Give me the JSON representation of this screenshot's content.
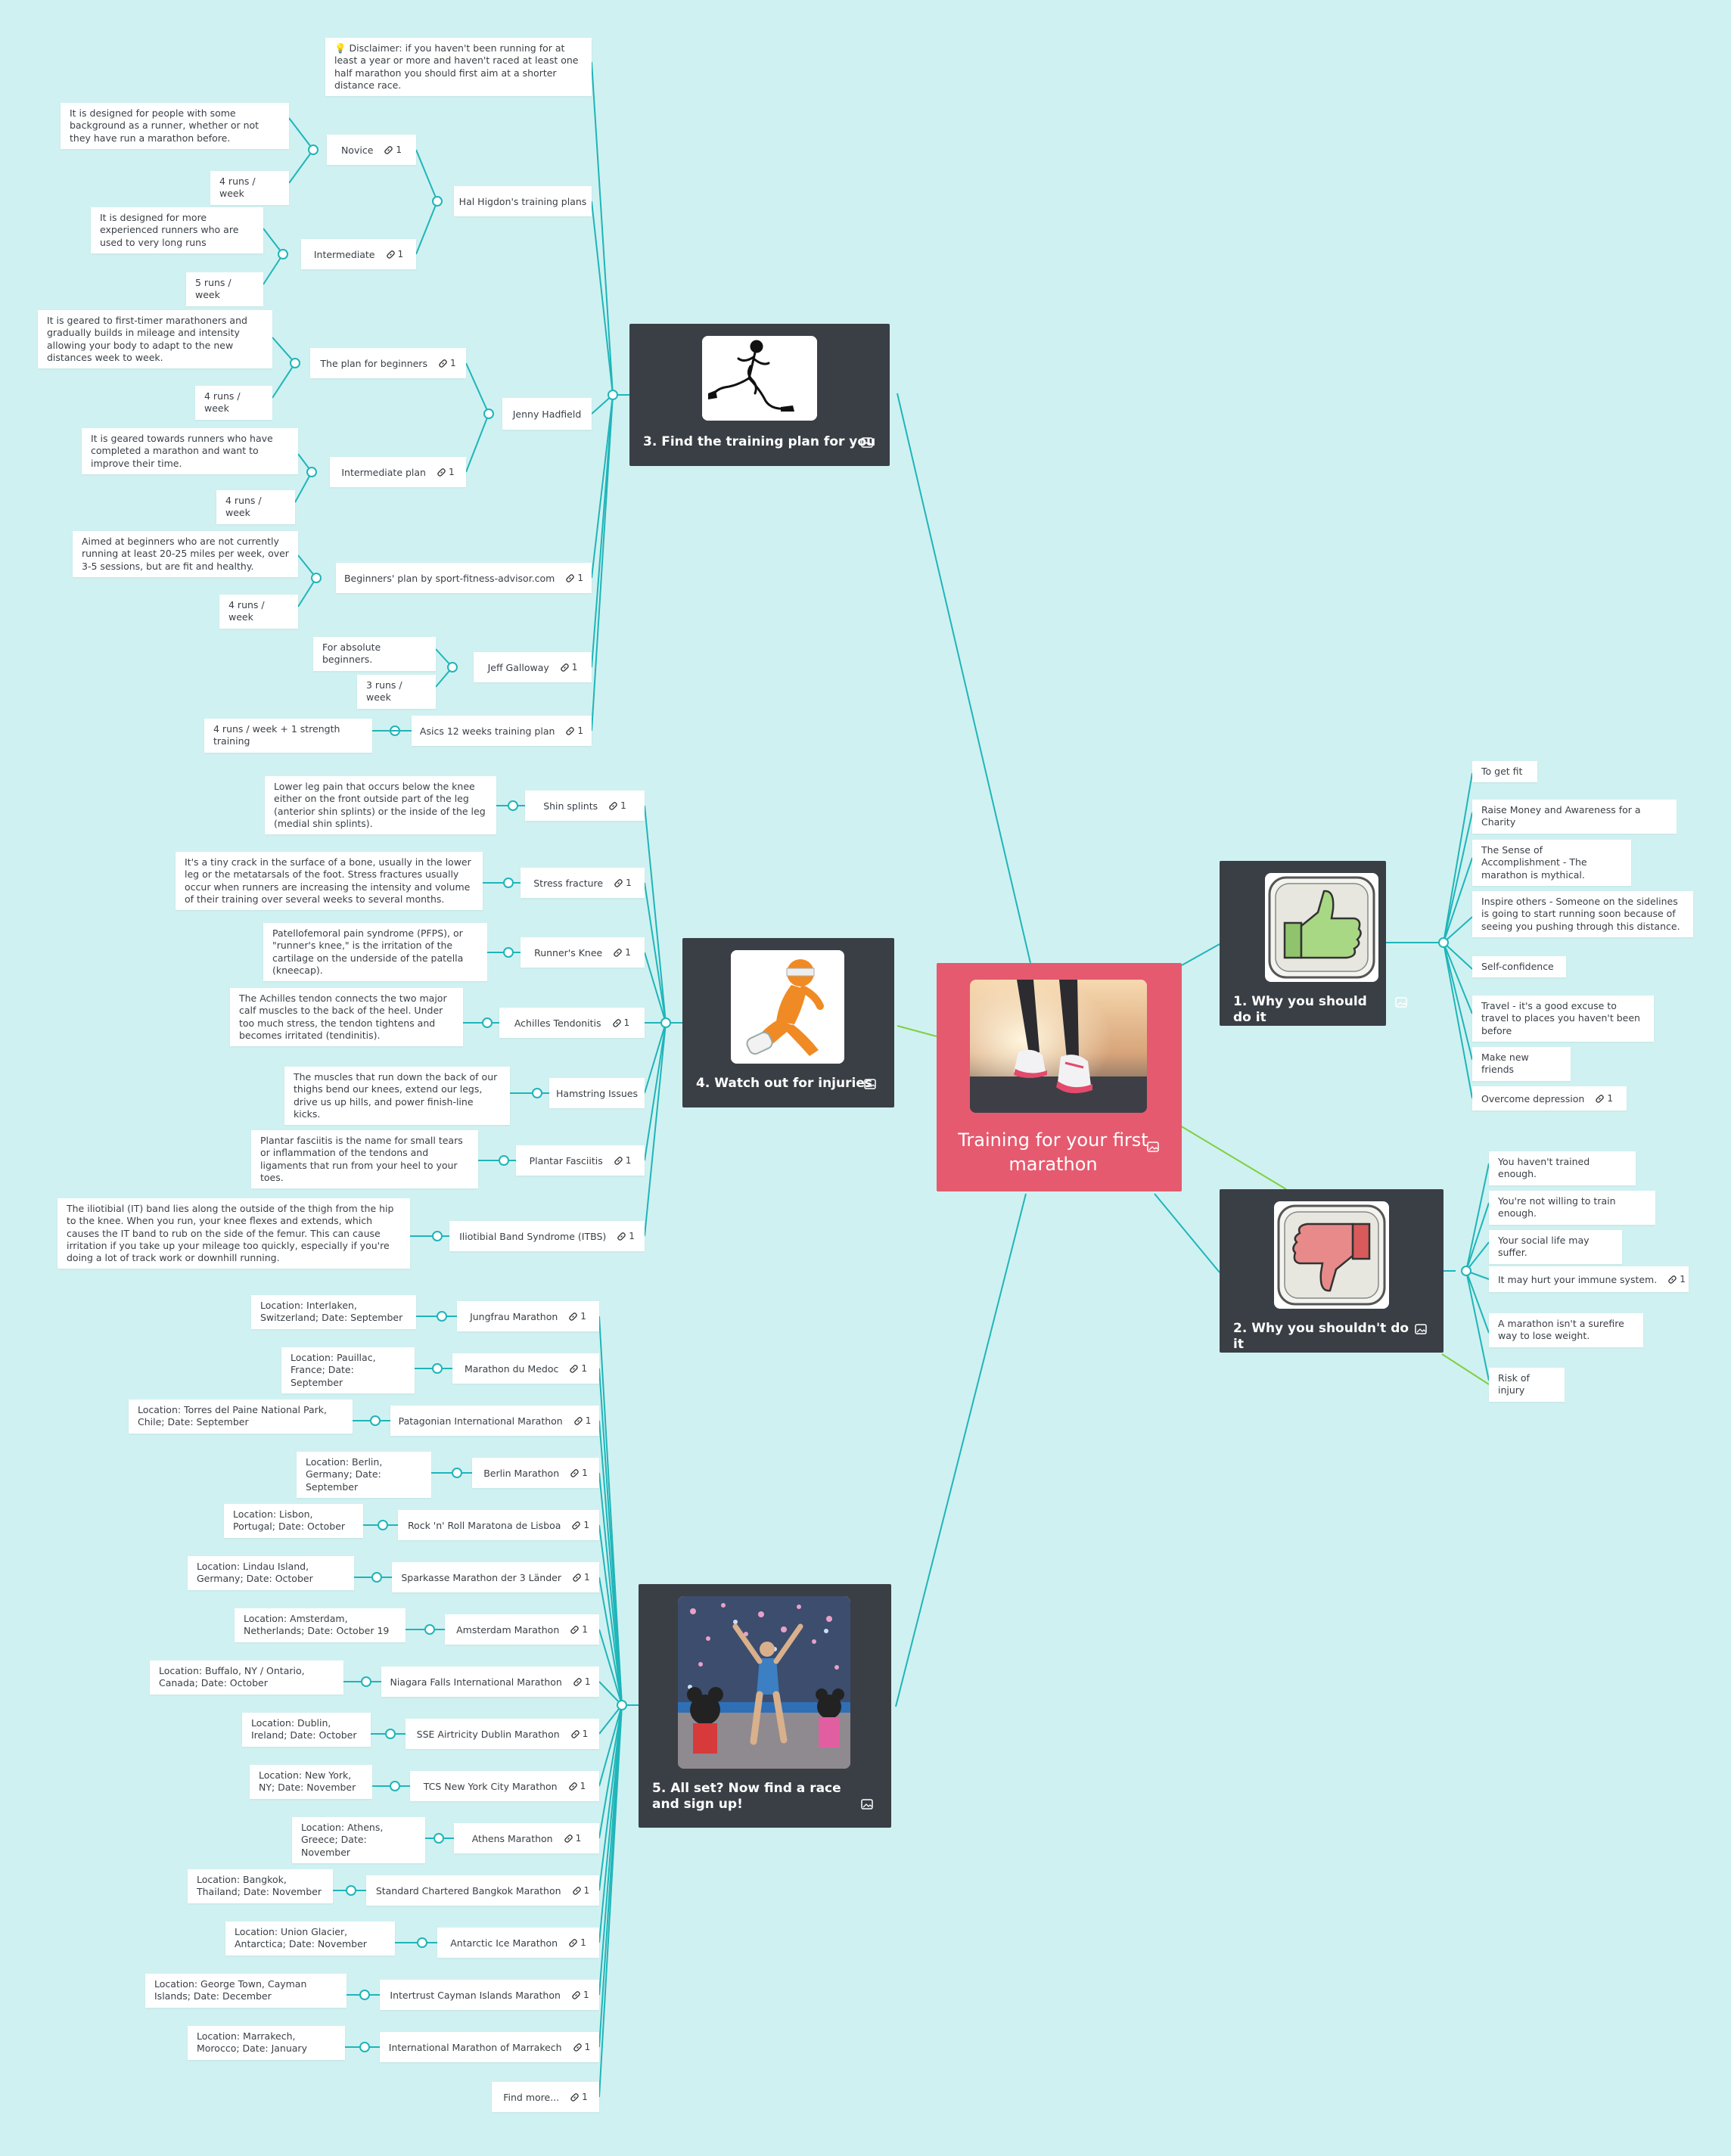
{
  "root": {
    "title": "Training for your first marathon"
  },
  "branch1": {
    "title": "1. Why you should do it",
    "icon": "thumbs-up-icon",
    "items": [
      {
        "text": "To get fit"
      },
      {
        "text": "Raise Money and Awareness for a Charity"
      },
      {
        "text": "The Sense of Accomplishment - The marathon is mythical."
      },
      {
        "text": "Inspire others - Someone on the sidelines is going to start running soon because of seeing you pushing through this distance."
      },
      {
        "text": "Self-confidence"
      },
      {
        "text": "Travel - it's a good excuse to travel to places you haven't been before"
      },
      {
        "text": "Make new friends"
      },
      {
        "text": "Overcome depression",
        "links": "1"
      }
    ]
  },
  "branch2": {
    "title": "2. Why you shouldn't do it",
    "icon": "thumbs-down-icon",
    "items": [
      {
        "text": "You haven't trained enough."
      },
      {
        "text": "You're not willing to train enough."
      },
      {
        "text": "Your social life may suffer."
      },
      {
        "text": "It may hurt your immune system.",
        "links": "1"
      },
      {
        "text": "A marathon isn't a surefire way to lose weight."
      },
      {
        "text": "Risk of injury"
      }
    ]
  },
  "branch3": {
    "title": "3. Find the training plan for you",
    "icon": "runner-icon",
    "disclaimer": "💡 Disclaimer: if you haven't been running for at least a year or more and haven't raced at least one half marathon you should first aim at a shorter distance race.",
    "hal": {
      "label": "Hal Higdon's training plans"
    },
    "novice": {
      "label": "Novice",
      "links": "1",
      "desc": "It is designed for people with some background as a runner, whether or not they have run a marathon before.",
      "runs": "4 runs / week"
    },
    "intermediate": {
      "label": "Intermediate",
      "links": "1",
      "desc": "It is designed for more experienced runners who are used to very long runs",
      "runs": "5 runs / week"
    },
    "jenny": {
      "label": "Jenny Hadfield"
    },
    "beginners_plan": {
      "label": "The plan for beginners",
      "links": "1",
      "desc": "It is geared to first-timer marathoners and gradually builds in mileage and intensity allowing your body to adapt to the new distances week to week.",
      "runs": "4 runs / week"
    },
    "intermediate_plan": {
      "label": "Intermediate plan",
      "links": "1",
      "desc": "It is geared towards runners who have completed a marathon and want to improve their time.",
      "runs": "4 runs / week"
    },
    "sfa": {
      "label": "Beginners' plan by sport-fitness-advisor.com",
      "links": "1",
      "desc": "Aimed at beginners who are not currently running at least 20-25 miles per week, over 3-5 sessions, but are fit and healthy.",
      "runs": "4 runs / week"
    },
    "galloway": {
      "label": "Jeff Galloway",
      "links": "1",
      "desc": "For absolute beginners.",
      "runs": "3 runs / week"
    },
    "asics": {
      "label": "Asics 12 weeks training plan",
      "links": "1",
      "runs": "4 runs / week + 1 strength training"
    }
  },
  "branch4": {
    "title": "4. Watch out for injuries",
    "icon": "injured-runner-icon",
    "items": [
      {
        "label": "Shin splints",
        "links": "1",
        "desc": "Lower leg pain that occurs below the knee either on the front outside part of the leg (anterior shin splints) or the inside of the leg (medial shin splints)."
      },
      {
        "label": "Stress fracture",
        "links": "1",
        "desc": "It's a tiny crack in the surface of a bone, usually in the lower leg or the metatarsals of the foot. Stress fractures usually occur when runners are increasing the intensity and volume of their training over several weeks to several months."
      },
      {
        "label": "Runner's Knee",
        "links": "1",
        "desc": "Patellofemoral pain syndrome (PFPS), or \"runner's knee,\" is the irritation of the cartilage on the underside of the patella (kneecap)."
      },
      {
        "label": "Achilles Tendonitis",
        "links": "1",
        "desc": "The Achilles tendon connects the two major calf muscles to the back of the heel. Under too much stress, the tendon tightens and becomes irritated (tendinitis)."
      },
      {
        "label": "Hamstring Issues",
        "desc": "The muscles that run down the back of our thighs bend our knees, extend our legs, drive us up hills, and power finish-line kicks."
      },
      {
        "label": "Plantar Fasciitis",
        "links": "1",
        "desc": "Plantar fasciitis is the name for small tears or inflammation of the tendons and ligaments that run from your heel to your toes."
      },
      {
        "label": "Iliotibial Band Syndrome (ITBS)",
        "links": "1",
        "desc": "The iliotibial (IT) band lies along the outside of the thigh from the hip to the knee. When you run, your knee flexes and extends, which causes the IT band to rub on the side of the femur. This can cause irritation if you take up your mileage too quickly, especially if you're doing a lot of track work or downhill running."
      }
    ]
  },
  "branch5": {
    "title": "5. All set? Now find a race and sign up!",
    "icon": "finish-line-photo",
    "items": [
      {
        "label": "Jungfrau Marathon",
        "links": "1",
        "desc": "Location: Interlaken, Switzerland; Date: September"
      },
      {
        "label": "Marathon du Medoc",
        "links": "1",
        "desc": "Location: Pauillac, France; Date: September"
      },
      {
        "label": "Patagonian International Marathon",
        "links": "1",
        "desc": "Location: Torres del Paine National Park, Chile; Date: September"
      },
      {
        "label": "Berlin Marathon",
        "links": "1",
        "desc": "Location: Berlin, Germany; Date: September"
      },
      {
        "label": "Rock 'n' Roll Maratona de Lisboa",
        "links": "1",
        "desc": "Location: Lisbon, Portugal; Date: October"
      },
      {
        "label": "Sparkasse Marathon der 3 Länder",
        "links": "1",
        "desc": "Location: Lindau Island, Germany; Date: October"
      },
      {
        "label": "Amsterdam Marathon",
        "links": "1",
        "desc": "Location: Amsterdam, Netherlands; Date: October 19"
      },
      {
        "label": "Niagara Falls International Marathon",
        "links": "1",
        "desc": "Location: Buffalo, NY / Ontario, Canada; Date: October"
      },
      {
        "label": "SSE Airtricity Dublin Marathon",
        "links": "1",
        "desc": "Location: Dublin, Ireland; Date: October"
      },
      {
        "label": "TCS New York City Marathon",
        "links": "1",
        "desc": "Location: New York, NY; Date: November"
      },
      {
        "label": "Athens Marathon",
        "links": "1",
        "desc": "Location: Athens, Greece; Date: November"
      },
      {
        "label": "Standard Chartered Bangkok Marathon",
        "links": "1",
        "desc": "Location: Bangkok, Thailand; Date: November"
      },
      {
        "label": "Antarctic Ice Marathon",
        "links": "1",
        "desc": "Location: Union Glacier, Antarctica; Date: November"
      },
      {
        "label": "Intertrust Cayman Islands Marathon",
        "links": "1",
        "desc": "Location: George Town, Cayman Islands; Date: December"
      },
      {
        "label": "International Marathon of Marrakech",
        "links": "1",
        "desc": "Location: Marrakech, Morocco; Date: January"
      },
      {
        "label": "Find more...",
        "links": "1"
      }
    ]
  },
  "colors": {
    "background": "#d0f1f1",
    "connector": "#1fb5b9",
    "connector_green": "#7fd040",
    "root": "#e55a6f",
    "card": "#3a3f45"
  }
}
